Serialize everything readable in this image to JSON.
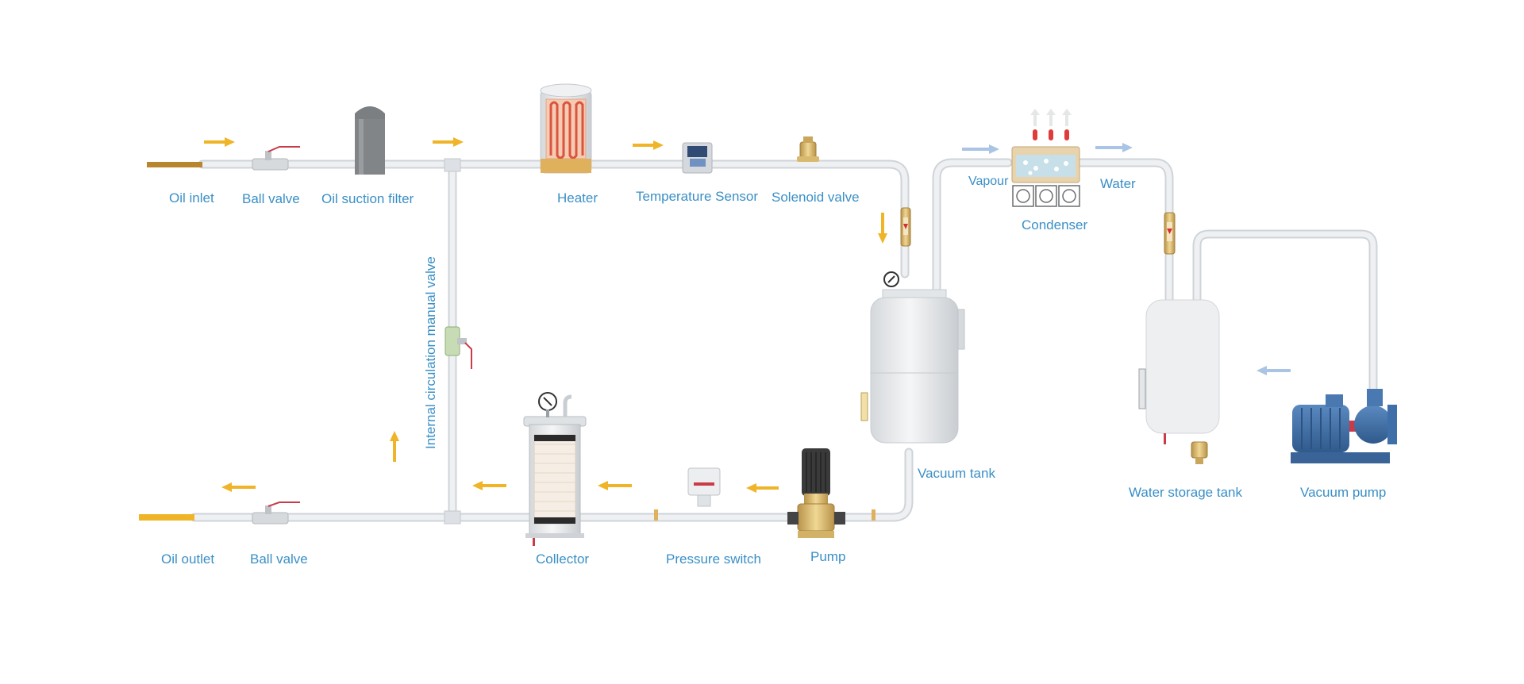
{
  "colors": {
    "label": "#3a8fc6",
    "pipe": "#e9ecef",
    "pipe_edge": "#cfd4d9",
    "oil_arrow": "#f0b429",
    "air_arrow": "#a9c4e4",
    "tank": "#e6e8ea",
    "pump_blue": "#3f6fa8",
    "brass": "#d9b866",
    "heater_coil": "#d9553f"
  },
  "labels": {
    "oil_inlet": "Oil inlet",
    "ball_valve_top": "Ball valve",
    "oil_suction_filter": "Oil suction filter",
    "heater": "Heater",
    "temperature_sensor": "Temperature Sensor",
    "solenoid_valve": "Solenoid valve",
    "vapour": "Vapour",
    "water": "Water",
    "condenser": "Condenser",
    "internal_valve": "Internal circulation manual valve",
    "vacuum_tank": "Vacuum tank",
    "water_storage_tank": "Water storage tank",
    "vacuum_pump": "Vacuum pump",
    "oil_outlet": "Oil outlet",
    "ball_valve_bottom": "Ball valve",
    "collector": "Collector",
    "pressure_switch": "Pressure switch",
    "pump": "Pump"
  },
  "icons": {
    "flow_arrow": "arrow-icon",
    "gauge": "pressure-gauge-icon",
    "valve_handle": "valve-handle-icon"
  }
}
